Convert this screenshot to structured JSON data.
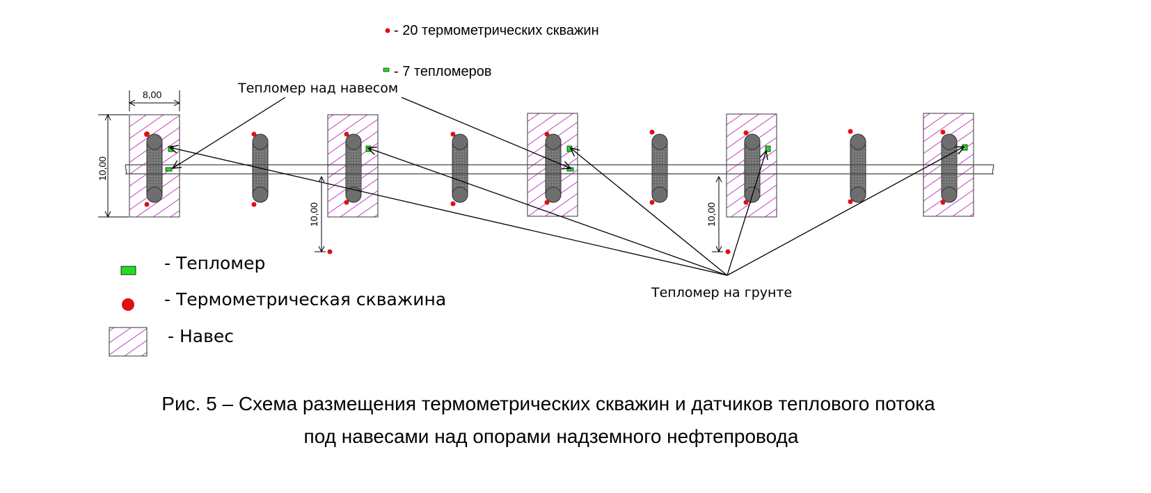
{
  "top_legend": {
    "wells_label": "- 20 термометрических скважин",
    "heat_meters_label": "- 7 тепломеров"
  },
  "dimensions": {
    "canopy_width": "8,00",
    "canopy_height": "10,00",
    "offset_1": "10,00",
    "offset_2": "10,00"
  },
  "callouts": {
    "above_canopy": "Тепломер над навесом",
    "on_ground": "Тепломер на грунте"
  },
  "legend": {
    "heat_meter": "- Тепломер",
    "well": "- Термометрическая скважина",
    "canopy": "- Навес"
  },
  "caption": {
    "line1": "Рис. 5 – Схема размещения термометрических скважин и датчиков теплового потока",
    "line2": "под навесами над опорами надземного нефтепровода"
  },
  "colors": {
    "canopy_hatch": "#c23fc2",
    "heat_meter": "#22dd22",
    "well": "#e01010",
    "support": "#6e6e6e",
    "line": "#000000"
  }
}
